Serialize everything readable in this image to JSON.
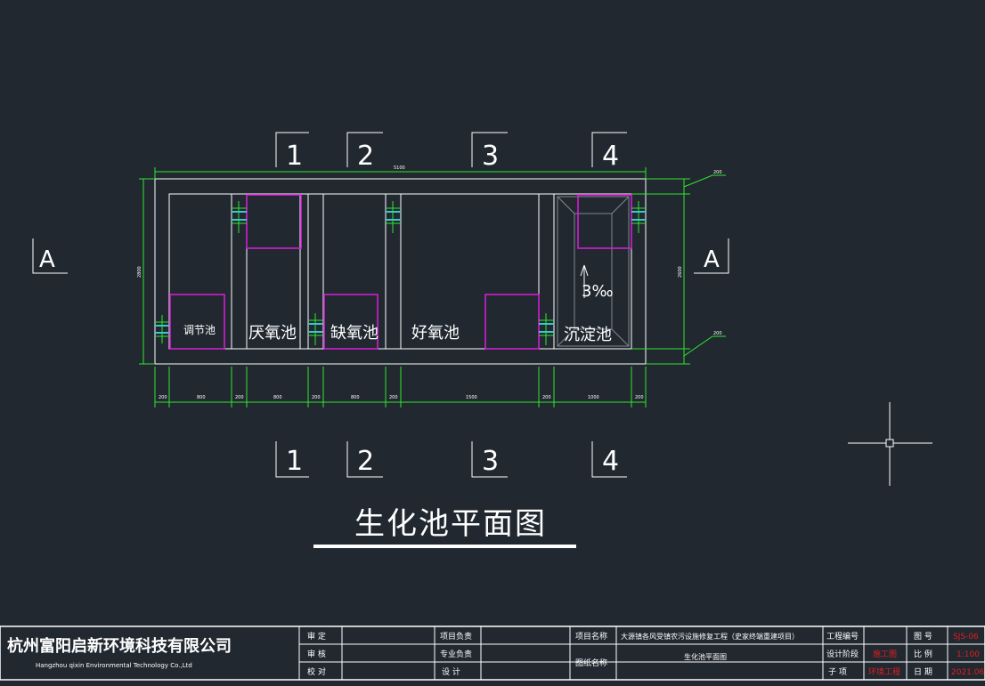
{
  "drawing": {
    "title": "生化池平面图",
    "section_marks": {
      "top": [
        "1",
        "2",
        "3",
        "4"
      ],
      "bottom": [
        "1",
        "2",
        "3",
        "4"
      ],
      "side_left": "A",
      "side_right": "A"
    },
    "tank_labels": {
      "regulating": "调节池",
      "anaerobic": "厌氧池",
      "anoxic": "缺氧池",
      "aerobic": "好氧池",
      "sedimentation": "沉淀池"
    },
    "slope": "3‰",
    "dimensions": {
      "total_width": "5100",
      "total_height": "2800",
      "inner_height": "2600",
      "wall_top": "200",
      "wall_bottom": "200",
      "bottom_chain": [
        "200",
        "800",
        "200",
        "800",
        "200",
        "800",
        "200",
        "1500",
        "200",
        "1000",
        "200"
      ]
    }
  },
  "title_block": {
    "company_cn": "杭州富阳启新环境科技有限公司",
    "company_en": "Hangzhou qixin Environmental Technology Co.,Ltd",
    "approve_label": "审 定",
    "review_label": "审 核",
    "check_label": "校 对",
    "project_lead_label": "项目负责",
    "discipline_lead_label": "专业负责",
    "design_label": "设 计",
    "project_name_label": "项目名称",
    "project_name": "大源镇各风受镇农污设施修复工程（史家终端重建项目）",
    "drawing_name_label": "图纸名称",
    "drawing_name": "生化池平面图",
    "project_no_label": "工程编号",
    "design_stage_label": "设计阶段",
    "design_stage": "施工图",
    "sub_item_label": "子 项",
    "sub_item": "环境工程",
    "drawing_no_label": "图 号",
    "drawing_no": "SJS-06",
    "scale_label": "比 例",
    "scale": "1:100",
    "date_label": "日 期",
    "date": "2021.06"
  },
  "colors": {
    "background": "#212830",
    "wall": "#ffffff",
    "dimension": "#2ee62e",
    "equipment": "#d21ed2",
    "pipe": "#39c7c7",
    "title_block_highlight": "#e02020"
  }
}
